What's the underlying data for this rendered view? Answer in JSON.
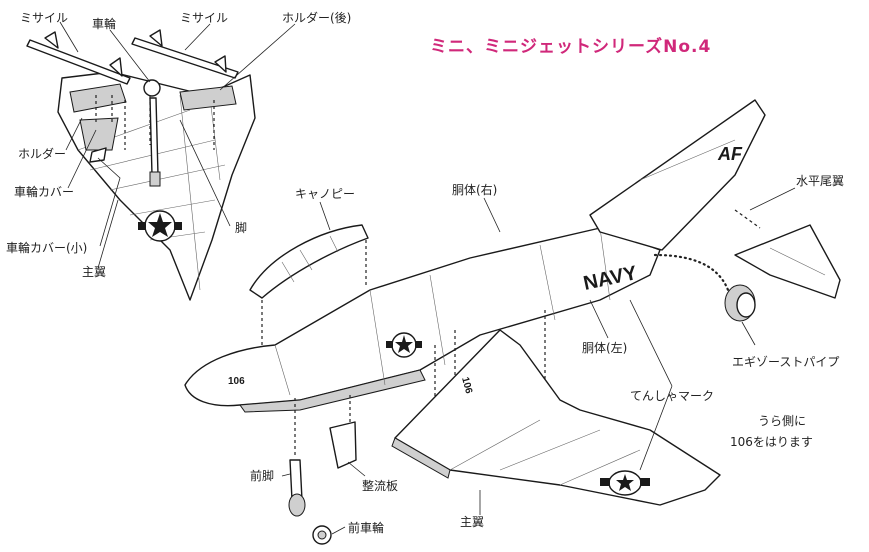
{
  "title": "ミニ、ミニジェットシリーズNo.4",
  "labels": {
    "missile_left": "ミサイル",
    "wheel_top": "車輪",
    "missile_right": "ミサイル",
    "holder_rear": "ホルダー(後)",
    "holder": "ホルダー",
    "wheel_cover": "車輪カバー",
    "wheel_cover_small": "車輪カバー(小)",
    "main_wing_top": "主翼",
    "leg": "脚",
    "canopy": "キャノピー",
    "fuselage_right": "胴体(右)",
    "horizontal_tail": "水平尾翼",
    "fuselage_left": "胴体(左)",
    "exhaust_pipe": "エギゾーストパイプ",
    "insignia": "てんしゃマーク",
    "note_line1": "うら側に",
    "note_line2": "106をはります",
    "front_leg": "前脚",
    "fairing": "整流板",
    "main_wing_bottom": "主翼",
    "front_wheel": "前車輪"
  },
  "markings": {
    "navy": "NAVY",
    "tail_code": "AF",
    "number_nose": "106",
    "number_fin": "106"
  }
}
